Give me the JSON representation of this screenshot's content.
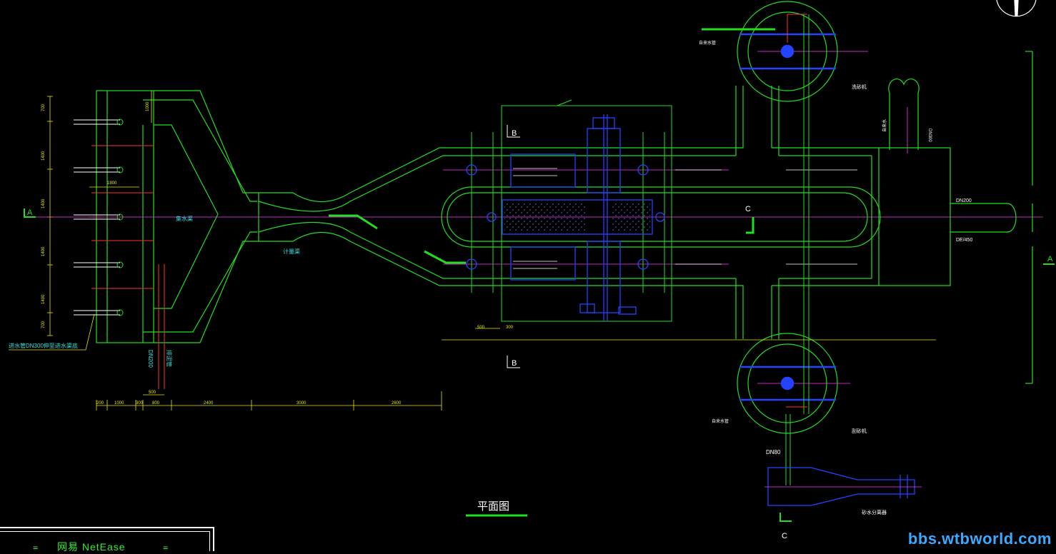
{
  "title": "平面图",
  "section_marks": {
    "a": "A",
    "b": "B",
    "c": "C"
  },
  "labels": {
    "outlet_channel": "集水渠",
    "metering_trough": "计量渠",
    "dn80": "DN80",
    "pipe_note": "进水管DN300伸至进水渠底",
    "dn200_left": "DN200",
    "dn200_right": "DN200",
    "de_note": "DE/450",
    "vertical_pipe": "排泥管",
    "sand_washer": "洗砂机",
    "air_pipe": "自来水",
    "scraper": "刮砂机",
    "elev_note_1": "自来水管",
    "elev_note_2": "自来水管",
    "sand_pump": "砂水分离器",
    "drive": "DN300"
  },
  "dims": {
    "left_vertical": [
      "700",
      "1400",
      "1400",
      "1400",
      "1400",
      "700"
    ],
    "left_top": "1000",
    "left_inner": "1800",
    "bottom": [
      "200",
      "1000",
      "300",
      "800",
      "2400",
      "3000",
      "2600"
    ],
    "bottom_small": "500",
    "mid_small_1": "500",
    "mid_small_2": "300"
  },
  "footer": {
    "brand": "网易 NetEase",
    "eq_left": "=",
    "eq_right": "="
  },
  "watermark": "bbs.wtbworld.com",
  "colors": {
    "background": "#000000",
    "outline": "#22dd22",
    "blue": "#2244ff",
    "magenta": "#ff33ff",
    "yellow": "#e6e600",
    "cyan": "#33e0e0",
    "red": "#ff3333",
    "white": "#ffffff"
  }
}
